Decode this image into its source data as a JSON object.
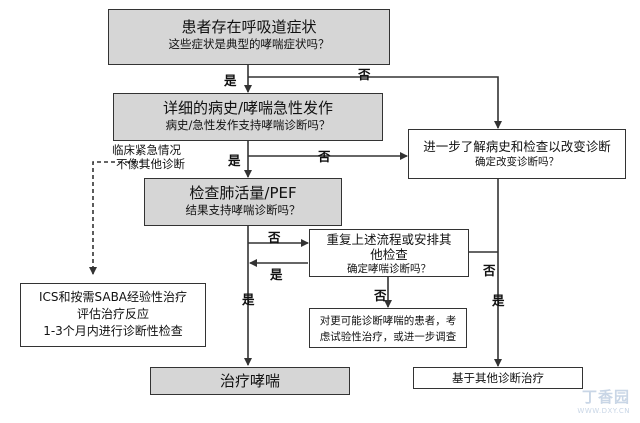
{
  "boxes": {
    "b1": {
      "title": "患者存在呼吸道症状",
      "sub": "这些症状是典型的哮喘症状吗？"
    },
    "b2": {
      "title": "详细的病史/哮喘急性发作",
      "sub": "病史/急性发作支持哮喘诊断吗？"
    },
    "b3": {
      "title": "进一步了解病史和检查以改变诊断",
      "sub": "确定改变诊断吗？"
    },
    "b4": {
      "title": "检查肺活量/PEF",
      "sub": "结果支持哮喘诊断吗？"
    },
    "b5": {
      "title_l1": "重复上述流程或安排其",
      "title_l2": "他检查",
      "sub": "确定哮喘诊断吗？"
    },
    "b6": {
      "l1": "ICS和按需SABA经验性治疗",
      "l2": "评估治疗反应",
      "l3": "1-3个月内进行诊断性检查"
    },
    "b7": {
      "l1": "对更可能诊断哮喘的患者，考",
      "l2": "虑试验性治疗，或进一步调查"
    },
    "b8": {
      "title": "治疗哮喘"
    },
    "b9": {
      "title": "基于其他诊断治疗"
    }
  },
  "labels": {
    "yes": "是",
    "no": "否",
    "urgent_l1": "临床紧急情况",
    "urgent_l2": "不像其他诊断"
  },
  "watermark": {
    "brand": "丁香园",
    "url": "WWW.DXY.CN"
  }
}
